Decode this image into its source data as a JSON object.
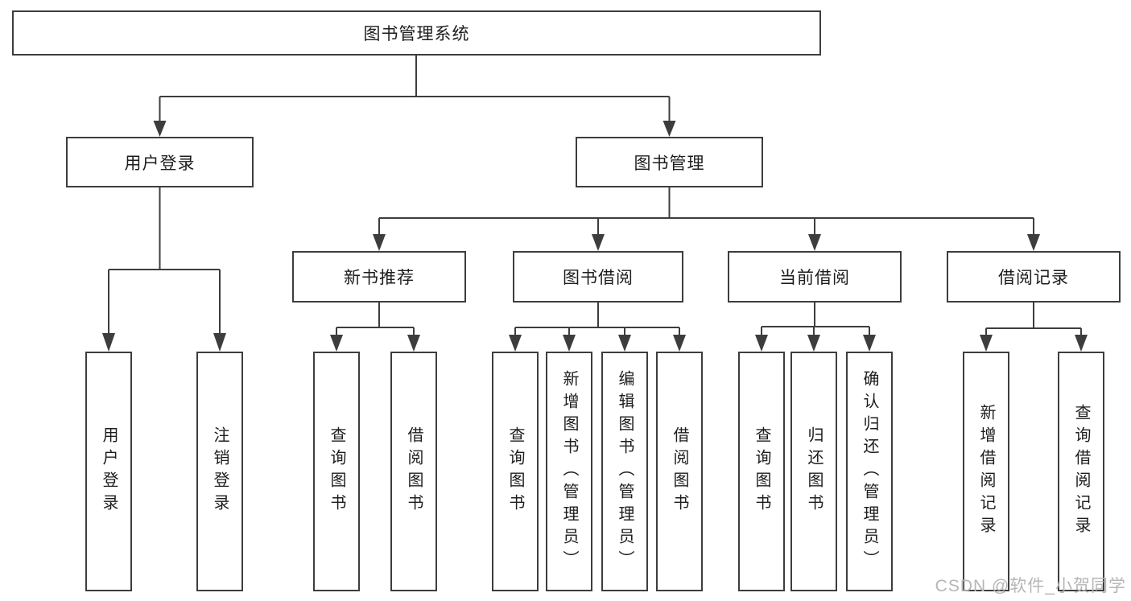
{
  "tree": {
    "root": {
      "label": "图书管理系统",
      "children": [
        {
          "label": "用户登录",
          "children": [
            {
              "label": "用户登录"
            },
            {
              "label": "注销登录"
            }
          ]
        },
        {
          "label": "图书管理",
          "children": [
            {
              "label": "新书推荐",
              "children": [
                {
                  "label": "查询图书"
                },
                {
                  "label": "借阅图书"
                }
              ]
            },
            {
              "label": "图书借阅",
              "children": [
                {
                  "label": "查询图书"
                },
                {
                  "label": "新增图书（管理员）"
                },
                {
                  "label": "编辑图书（管理员）"
                },
                {
                  "label": "借阅图书"
                }
              ]
            },
            {
              "label": "当前借阅",
              "children": [
                {
                  "label": "查询图书"
                },
                {
                  "label": "归还图书"
                },
                {
                  "label": "确认归还（管理员）"
                }
              ]
            },
            {
              "label": "借阅记录",
              "children": [
                {
                  "label": "新增借阅记录"
                },
                {
                  "label": "查询借阅记录"
                }
              ]
            }
          ]
        }
      ]
    }
  },
  "watermark": {
    "text": "CSDN @软件_小贺同学"
  },
  "colors": {
    "line": "#3d3d3d",
    "text": "#1d1d1d",
    "watermark": "#b6b6b6",
    "background": "#ffffff"
  }
}
